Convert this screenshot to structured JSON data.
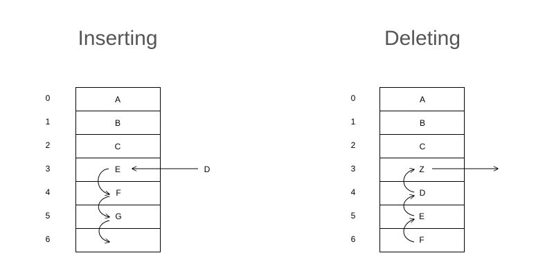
{
  "insert_panel": {
    "title": "Inserting",
    "indices": [
      "0",
      "1",
      "2",
      "3",
      "4",
      "5",
      "6"
    ],
    "cells": [
      "A",
      "B",
      "C",
      "E",
      "F",
      "G",
      ""
    ],
    "incoming": "D"
  },
  "delete_panel": {
    "title": "Deleting",
    "indices": [
      "0",
      "1",
      "2",
      "3",
      "4",
      "5",
      "6"
    ],
    "cells": [
      "A",
      "B",
      "C",
      "Z",
      "D",
      "E",
      "F"
    ]
  }
}
